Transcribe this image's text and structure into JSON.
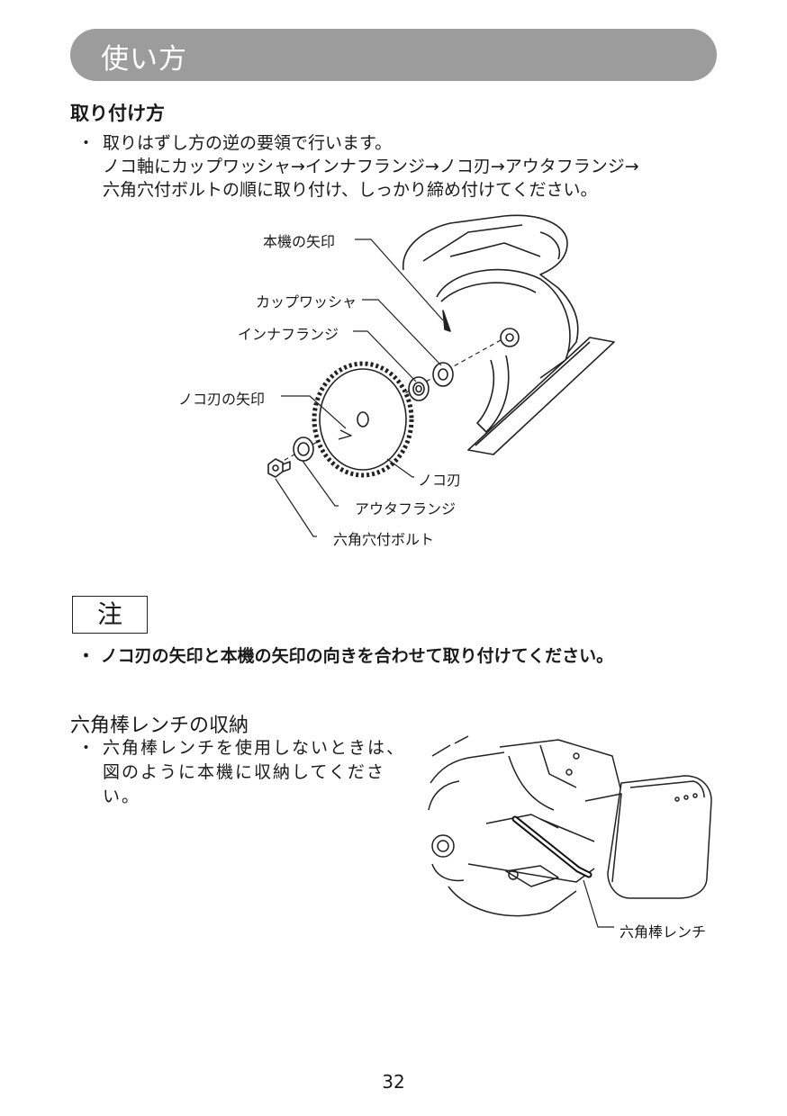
{
  "header": {
    "title": "使い方"
  },
  "install": {
    "heading": "取り付け方",
    "bullet": "・",
    "lines": [
      "取りはずし方の逆の要領で行います。",
      "ノコ軸にカップワッシャ→インナフランジ→ノコ刃→アウタフランジ→",
      "六角穴付ボルトの順に取り付け、しっかり締め付けてください。"
    ]
  },
  "figure1": {
    "labels": {
      "machine_arrow": "本機の矢印",
      "cup_washer": "カップワッシャ",
      "inner_flange": "インナフランジ",
      "blade_arrow": "ノコ刃の矢印",
      "blade": "ノコ刃",
      "outer_flange": "アウタフランジ",
      "hex_bolt": "六角穴付ボルト"
    }
  },
  "caution": {
    "label": "注",
    "bullet": "・",
    "text": "ノコ刃の矢印と本機の矢印の向きを合わせて取り付けてください。"
  },
  "storage": {
    "heading": "六角棒レンチの収納",
    "bullet": "・",
    "lines": [
      "六角棒レンチを使用しないときは、",
      "図のように本機に収納してくださ",
      "い。"
    ]
  },
  "figure2": {
    "labels": {
      "hex_wrench": "六角棒レンチ"
    }
  },
  "footer": {
    "page_number": "32"
  }
}
